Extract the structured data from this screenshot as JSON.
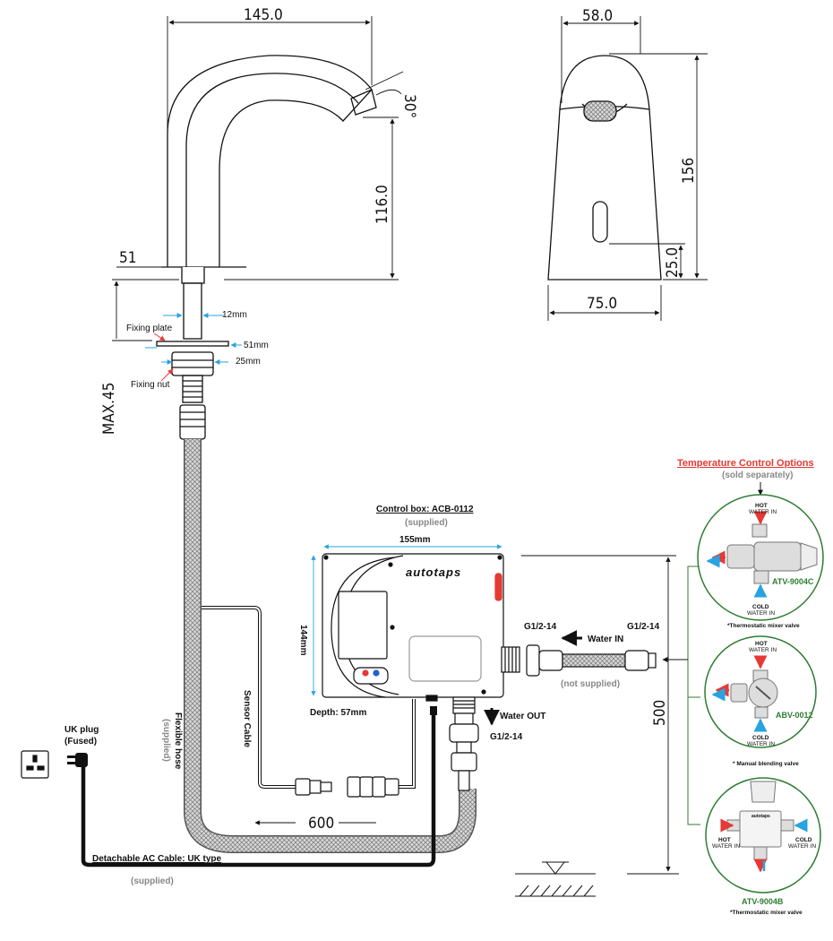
{
  "faucet": {
    "dim_width": "145.0",
    "dim_angle": "30°",
    "dim_height": "116.0",
    "dim_base": "51",
    "dim_pipe": "12mm",
    "dim_plate": "51mm",
    "dim_nut": "25mm",
    "dim_max": "MAX.45",
    "fixing_plate": "Fixing plate",
    "fixing_nut": "Fixing nut"
  },
  "front": {
    "dim_top": "58.0",
    "dim_height": "156",
    "dim_sensor": "25.0",
    "dim_base": "75.0"
  },
  "control_box": {
    "title": "Control box: ACB-0112",
    "supplied": "(supplied)",
    "width": "155mm",
    "height": "144mm",
    "depth": "Depth: 57mm",
    "brand": "autotaps"
  },
  "connections": {
    "thread_left": "G1/2-14",
    "thread_right": "G1/2-14",
    "water_in": "Water IN",
    "not_supplied": "(not supplied)",
    "water_out": "Water OUT",
    "thread_out": "G1/2-14",
    "sensor_cable": "Sensor Cable",
    "flexible_hose": "Flexible hose",
    "hose_supplied": "(supplied)",
    "cable_length": "600",
    "height_500": "500"
  },
  "power": {
    "plug_label": "UK plug",
    "plug_sub": "(Fused)",
    "cable_label": "Detachable AC Cable: UK type",
    "cable_supplied": "(supplied)"
  },
  "options": {
    "title": "Temperature Control Options",
    "subtitle": "(sold separately)",
    "hot": "HOT",
    "cold": "COLD",
    "water_in": "WATER IN",
    "items": [
      {
        "model": "ATV-9004C",
        "caption": "*Thermostatic mixer valve"
      },
      {
        "model": "ABV-0012",
        "caption": "* Manual blending valve"
      },
      {
        "model": "ATV-9004B",
        "caption": "*Thermostatic mixer valve"
      }
    ]
  },
  "colors": {
    "accent_red": "#e53935",
    "accent_green": "#2e7d32",
    "accent_blue": "#29a3e0"
  }
}
